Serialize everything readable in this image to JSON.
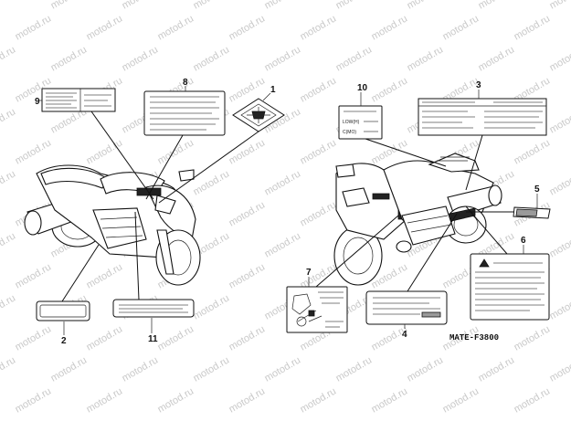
{
  "watermark": {
    "text": "motod.ru"
  },
  "diagram_ref": "MATE-F3800",
  "callouts": [
    {
      "id": "1",
      "label": "1"
    },
    {
      "id": "2",
      "label": "2"
    },
    {
      "id": "3",
      "label": "3"
    },
    {
      "id": "4",
      "label": "4"
    },
    {
      "id": "5",
      "label": "5"
    },
    {
      "id": "6",
      "label": "6"
    },
    {
      "id": "7",
      "label": "7"
    },
    {
      "id": "8",
      "label": "8"
    },
    {
      "id": "9",
      "label": "9"
    },
    {
      "id": "10",
      "label": "10"
    },
    {
      "id": "11",
      "label": "11"
    }
  ],
  "label_10_text": {
    "line1": "LOW(H)",
    "line2": "C(MO)"
  },
  "colors": {
    "ink": "#111111",
    "watermark": "#c9c9c9",
    "background": "#ffffff"
  }
}
